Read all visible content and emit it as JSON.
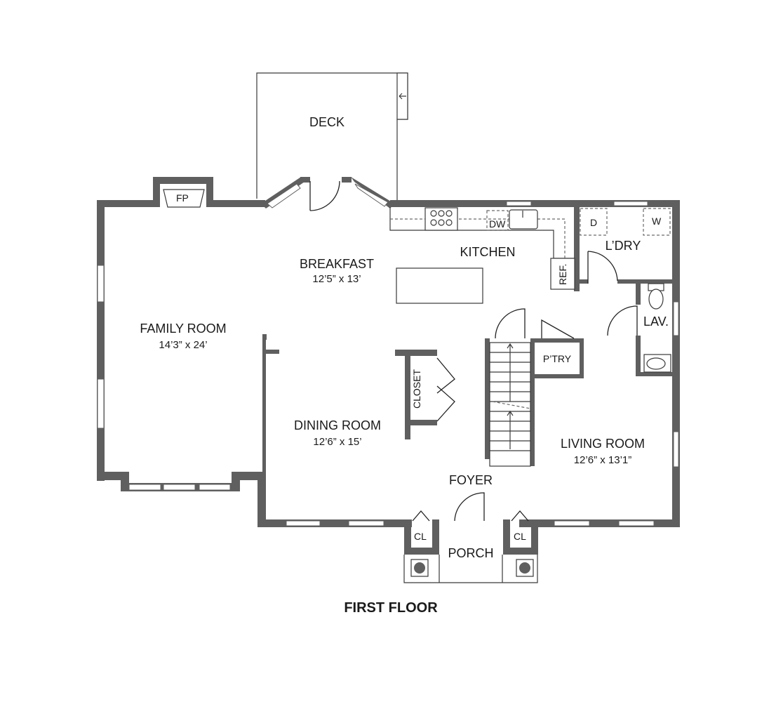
{
  "plan": {
    "title": "FIRST FLOOR",
    "rooms": {
      "deck": {
        "label": "DECK"
      },
      "family": {
        "label": "FAMILY ROOM",
        "dim": "14’3” x 24’"
      },
      "breakfast": {
        "label": "BREAKFAST",
        "dim": "12’5” x 13’"
      },
      "kitchen": {
        "label": "KITCHEN"
      },
      "laundry": {
        "label": "L’DRY"
      },
      "lav": {
        "label": "LAV."
      },
      "pantry": {
        "label": "P’TRY"
      },
      "dining": {
        "label": "DINING ROOM",
        "dim": "12’6” x 15’"
      },
      "living": {
        "label": "LIVING ROOM",
        "dim": "12’6” x 13’1”"
      },
      "foyer": {
        "label": "FOYER"
      },
      "porch": {
        "label": "PORCH"
      },
      "closet": {
        "label": "CLOSET"
      },
      "cl_left": {
        "label": "CL"
      },
      "cl_right": {
        "label": "CL"
      }
    },
    "fixtures": {
      "fireplace": "FP",
      "dishwasher": "DW",
      "refrigerator": "REF.",
      "dryer": "D",
      "washer": "W"
    }
  }
}
